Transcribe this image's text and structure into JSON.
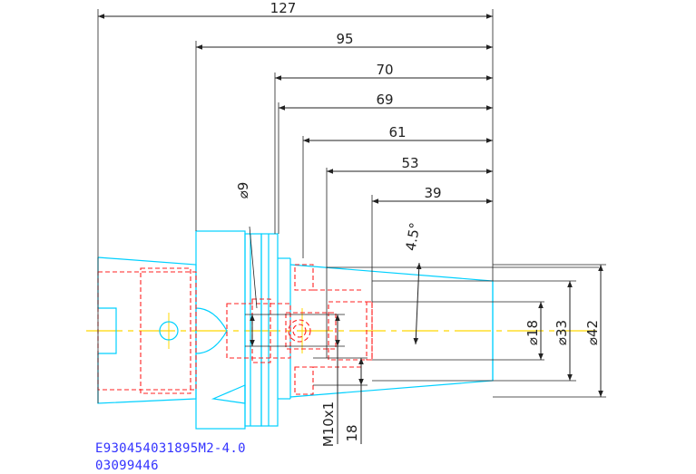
{
  "colors": {
    "outline": "#00d0ff",
    "hidden": "#ff2020",
    "center": "#ffd700",
    "dimension": "#222222",
    "label": "#3333ff"
  },
  "dimensions": {
    "len_127": "127",
    "len_95": "95",
    "len_70": "70",
    "len_69": "69",
    "len_61": "61",
    "len_53": "53",
    "len_39": "39",
    "dia_9": "⌀9",
    "angle": "4.5°",
    "dia_18": "⌀18",
    "dia_33": "⌀33",
    "dia_42": "⌀42",
    "thread": "M10x1",
    "depth_18": "18"
  },
  "part_number": "E930454031895M2-4.0",
  "code": "03099446"
}
